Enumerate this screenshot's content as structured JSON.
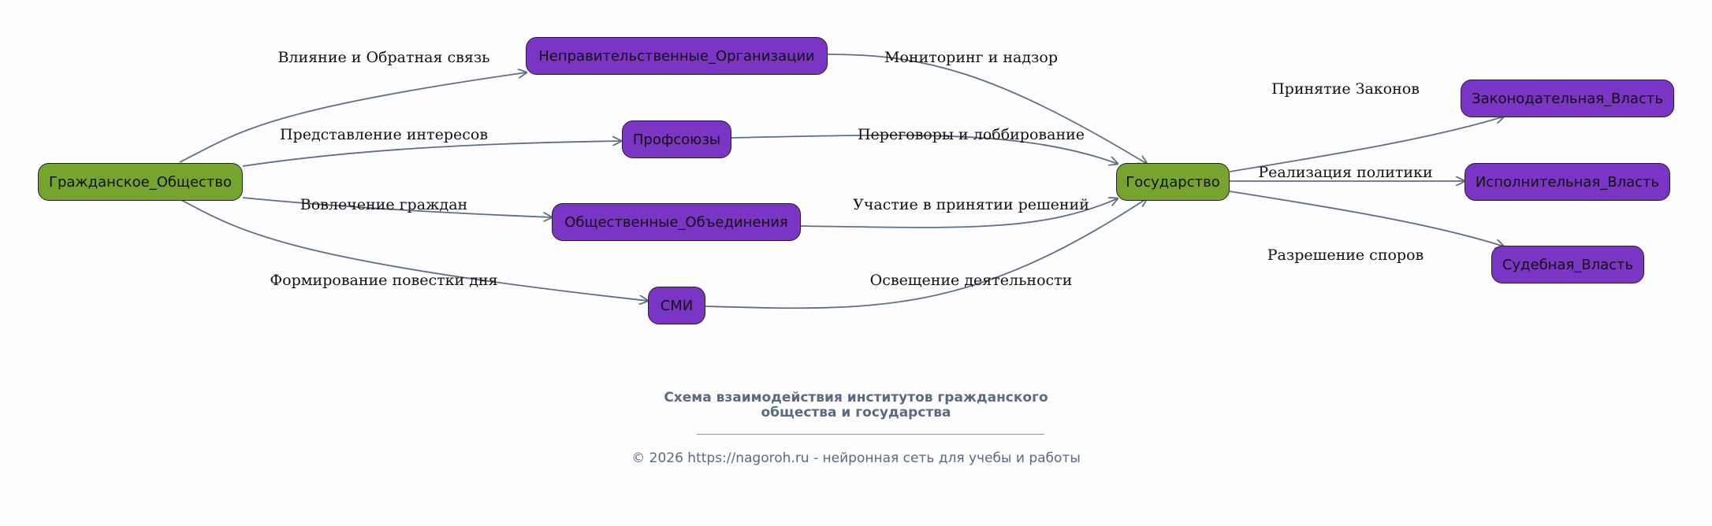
{
  "nodes": {
    "civil_society": "Гражданское_Общество",
    "ngo": "Неправительственные_Организации",
    "unions": "Профсоюзы",
    "public_assoc": "Общественные_Объединения",
    "media": "СМИ",
    "state": "Государство",
    "legislative": "Законодательная_Власть",
    "executive": "Исполнительная_Власть",
    "judicial": "Судебная_Власть"
  },
  "edges": {
    "influence_feedback": "Влияние и Обратная связь",
    "representation": "Представление интересов",
    "involvement": "Вовлечение граждан",
    "agenda": "Формирование повестки дня",
    "monitoring": "Мониторинг и надзор",
    "negotiation": "Переговоры и лоббирование",
    "participation": "Участие в принятии решений",
    "coverage": "Освещение деятельности",
    "lawmaking": "Принятие Законов",
    "policy": "Реализация политики",
    "disputes": "Разрешение споров"
  },
  "caption": {
    "title_line1": "Схема взаимодействия институтов гражданского",
    "title_line2": "общества и государства",
    "footer": "© 2026 https://nagoroh.ru - нейронная сеть для учебы и работы"
  },
  "colors": {
    "root": "#76a52f",
    "institution": "#7b35c4",
    "edge": "#5f6f82"
  }
}
